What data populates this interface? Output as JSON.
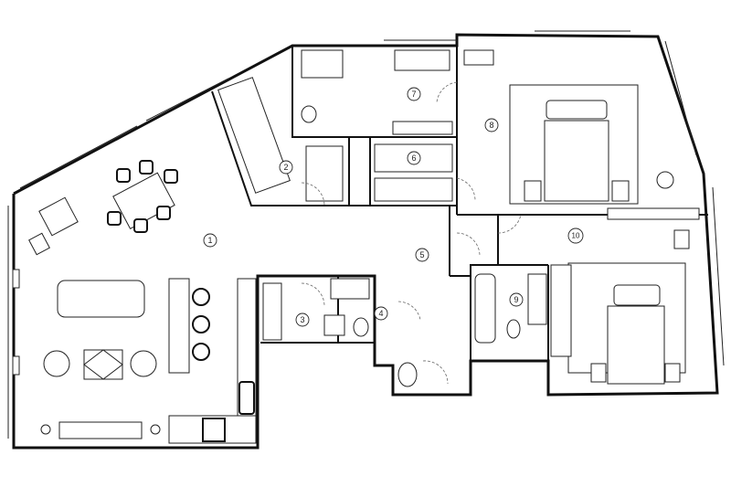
{
  "plan": {
    "rooms": [
      {
        "label": "1"
      },
      {
        "label": "2"
      },
      {
        "label": "3"
      },
      {
        "label": "4"
      },
      {
        "label": "5"
      },
      {
        "label": "6"
      },
      {
        "label": "7"
      },
      {
        "label": "8"
      },
      {
        "label": "9"
      },
      {
        "label": "10"
      }
    ]
  }
}
